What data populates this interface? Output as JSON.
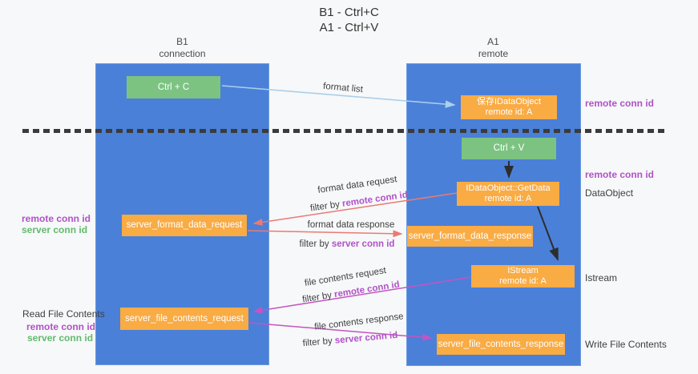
{
  "title": {
    "line1": "B1 - Ctrl+C",
    "line2": "A1 - Ctrl+V"
  },
  "columns": {
    "left": {
      "header_line1": "B1",
      "header_line2": "connection"
    },
    "right": {
      "header_line1": "A1",
      "header_line2": "remote"
    }
  },
  "boxes": {
    "ctrl_c": "Ctrl + C",
    "ctrl_v": "Ctrl + V",
    "save_dataobject": {
      "line1": "保存IDataObject",
      "line2": "remote id: A"
    },
    "getdata": {
      "line1": "IDataObject::GetData",
      "line2": "remote id: A"
    },
    "istream": {
      "line1": "IStream",
      "line2": "remote id: A"
    },
    "server_format_data_request": "server_format_data_request",
    "server_format_data_response": "server_format_data_response",
    "server_file_contents_request": "server_file_contents_request",
    "server_file_contents_response": "server_file_contents_response"
  },
  "flow_labels": {
    "format_list": "format list",
    "format_data_request": "format data request",
    "format_data_response": "format data response",
    "file_contents_request": "file contents request",
    "file_contents_response": "file contents response",
    "filter_by": "filter by ",
    "remote_conn_id": "remote conn id",
    "server_conn_id": "server conn id"
  },
  "side_labels": {
    "left": {
      "remote_conn_id": "remote conn id",
      "server_conn_id": "server conn id",
      "read_file_contents": "Read File Contents",
      "remote_conn_id_2": "remote conn id",
      "server_conn_id_2": "server conn id"
    },
    "right": {
      "remote_conn_id_top": "remote conn id",
      "remote_conn_id_mid": "remote conn id",
      "dataobject": "DataObject",
      "istream": "Istream",
      "write_file_contents": "Write File Contents"
    }
  },
  "colors": {
    "bg": "#f7f8f9",
    "column_blue": "#4a80d8",
    "box_green": "#7cc382",
    "box_orange": "#f9ab44",
    "label_purple": "#b052c8",
    "label_green": "#62bb6d",
    "arrow_red": "#e97a74",
    "arrow_magenta": "#c454c2",
    "arrow_blue": "#a9cfec",
    "arrow_black": "#2d2d2d"
  }
}
